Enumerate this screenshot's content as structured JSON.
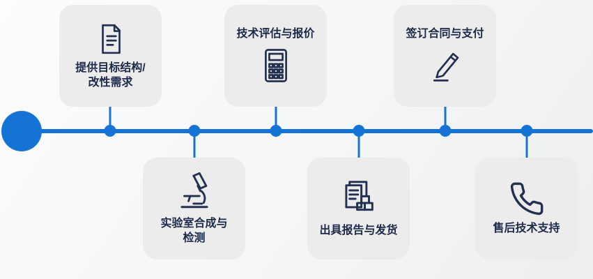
{
  "colors": {
    "accent": "#1673d6",
    "card_bg": "#ececec",
    "text": "#1b2a4a",
    "icon": "#233050"
  },
  "timeline": {
    "start_marker": "large-circle",
    "direction": "left-to-right"
  },
  "steps": [
    {
      "id": 1,
      "label": "提供目标结构/\n改性需求",
      "icon": "document-icon",
      "side": "top"
    },
    {
      "id": 2,
      "label": "实验室合成与\n检测",
      "icon": "microscope-icon",
      "side": "bottom"
    },
    {
      "id": 3,
      "label": "技术评估与报价",
      "icon": "calculator-icon",
      "side": "top"
    },
    {
      "id": 4,
      "label": "出具报告与发货",
      "icon": "report-shipping-icon",
      "side": "bottom"
    },
    {
      "id": 5,
      "label": "签订合同与支付",
      "icon": "pen-icon",
      "side": "top"
    },
    {
      "id": 6,
      "label": "售后技术支持",
      "icon": "phone-icon",
      "side": "bottom"
    }
  ]
}
